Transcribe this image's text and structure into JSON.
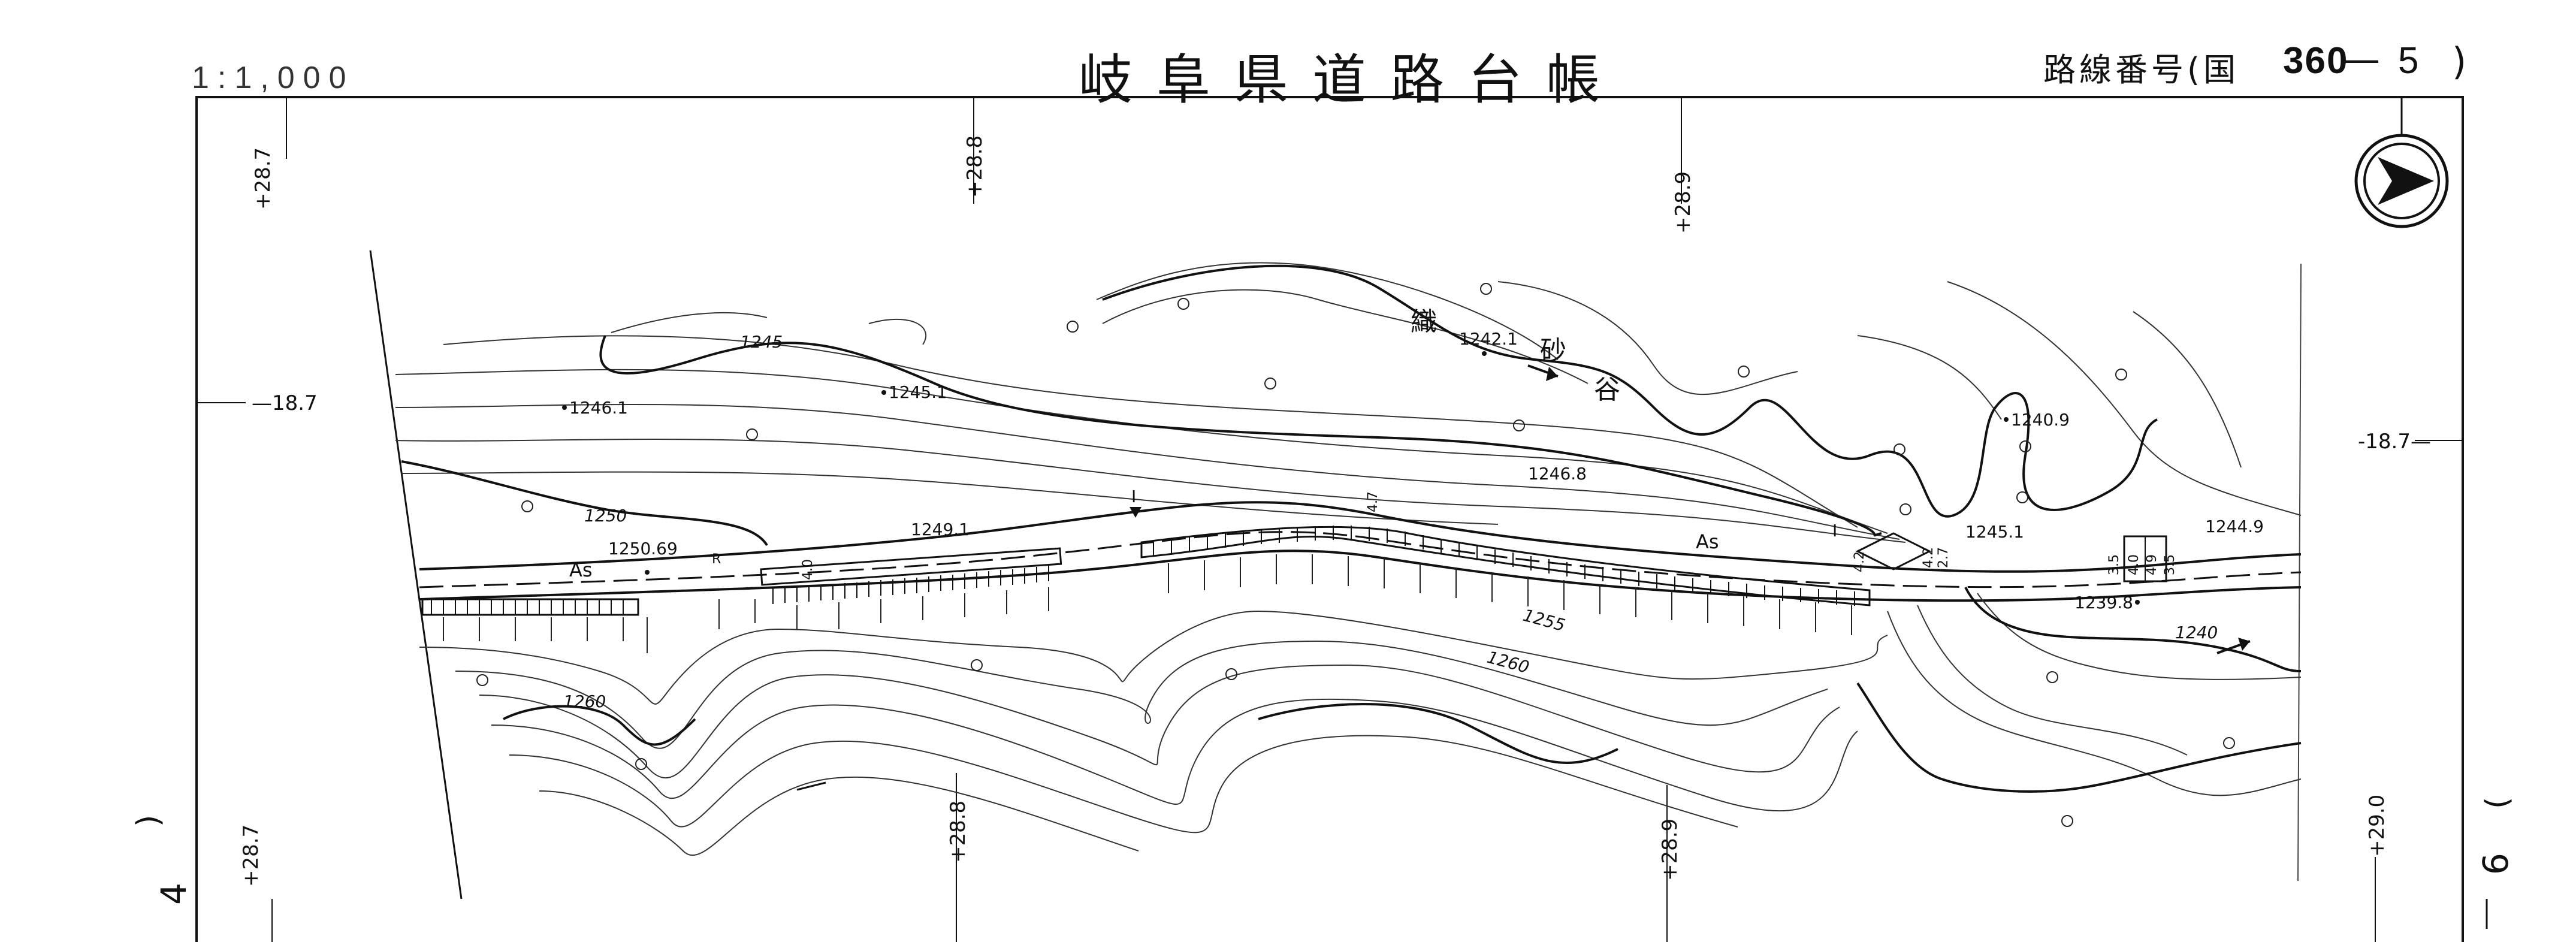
{
  "header": {
    "scale": "1:1,000",
    "title": "岐阜県道路台帳",
    "route_label": "路線番号(国",
    "route_number": "360",
    "route_dash": "—",
    "route_sheet": "5",
    "route_close": ")"
  },
  "grid_ticks": {
    "top": [
      "+28.7",
      "+28.8",
      "+28.9"
    ],
    "bottom": [
      "+28.7",
      "+28.8",
      "+28.9",
      "+29.0"
    ],
    "left": "—18.7",
    "right": "-18.7—"
  },
  "adjacent_sheets": {
    "left": "4",
    "right": "6"
  },
  "map": {
    "place_name": [
      "織",
      "砂",
      "谷"
    ],
    "spot_elevations": [
      "1246.1",
      "1245.1",
      "1242.1",
      "1240.9",
      "1246.8",
      "1250.69",
      "1249.1",
      "1245.1",
      "1244.9",
      "1239.8"
    ],
    "contour_labels": [
      "1245",
      "1250",
      "1255",
      "1260",
      "1260",
      "1240"
    ],
    "road_marks": [
      "As",
      "As",
      "R",
      "I",
      "I"
    ],
    "widths": [
      "4.0",
      "4.7",
      "4.2",
      "4.2",
      "2.7",
      "3.5",
      "4.0",
      "4.9",
      "3.5"
    ]
  },
  "icons": {
    "north_arrow": "north-arrow-icon"
  }
}
